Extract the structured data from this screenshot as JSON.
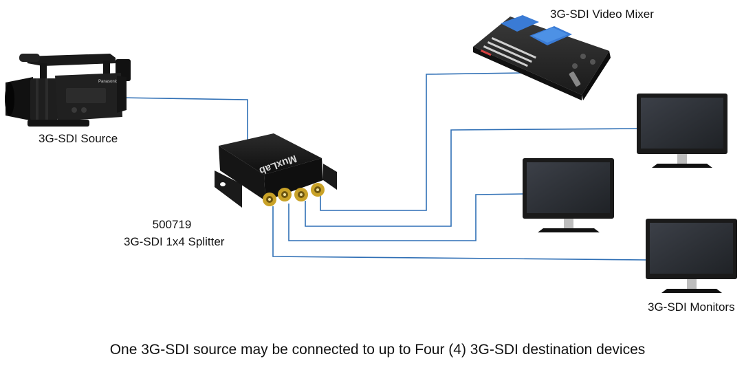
{
  "labels": {
    "source": "3G-SDI Source",
    "splitter_model": "500719",
    "splitter_name": "3G-SDI 1x4 Splitter",
    "mixer": "3G-SDI Video Mixer",
    "monitors": "3G-SDI Monitors",
    "caption": "One 3G-SDI source may be connected to up to Four (4) 3G-SDI destination devices"
  },
  "device_texts": {
    "camera_brand": "Panasonic",
    "splitter_brand": "MuxLab"
  },
  "colors": {
    "cable": "#2f6fb5",
    "bnc_gold": "#c9a227",
    "device_black": "#1b1b1b",
    "monitor_bezel": "#1a1a1a",
    "monitor_screen": "#2b2e33",
    "mixer_body": "#2a2a2a",
    "mixer_screen": "#3a7bd5"
  },
  "icons": [
    "camcorder-icon",
    "splitter-box-icon",
    "video-mixer-icon",
    "monitor-icon"
  ]
}
